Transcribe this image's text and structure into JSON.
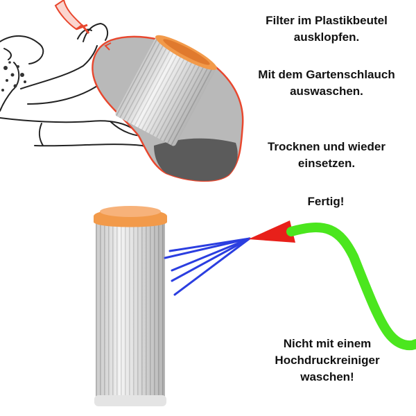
{
  "instructions": {
    "step1": "Filter im Plastikbeutel ausklopfen.",
    "step2": "Mit dem Gartenschlauch auswaschen.",
    "step3": "Trocknen und wieder einsetzen.",
    "step4": "Fertig!",
    "warning": "Nicht mit einem Hochdruckreiniger waschen!"
  },
  "colors": {
    "bag_outline": "#e8472e",
    "filter_cap": "#f29a4a",
    "nozzle": "#e8201a",
    "hose": "#4be61e",
    "spray": "#2b3ee0",
    "text": "#111111"
  },
  "icons": {
    "bag": "plastic-bag-with-filter-illustration",
    "filter": "cartridge-filter-illustration",
    "hose": "garden-hose-illustration"
  }
}
